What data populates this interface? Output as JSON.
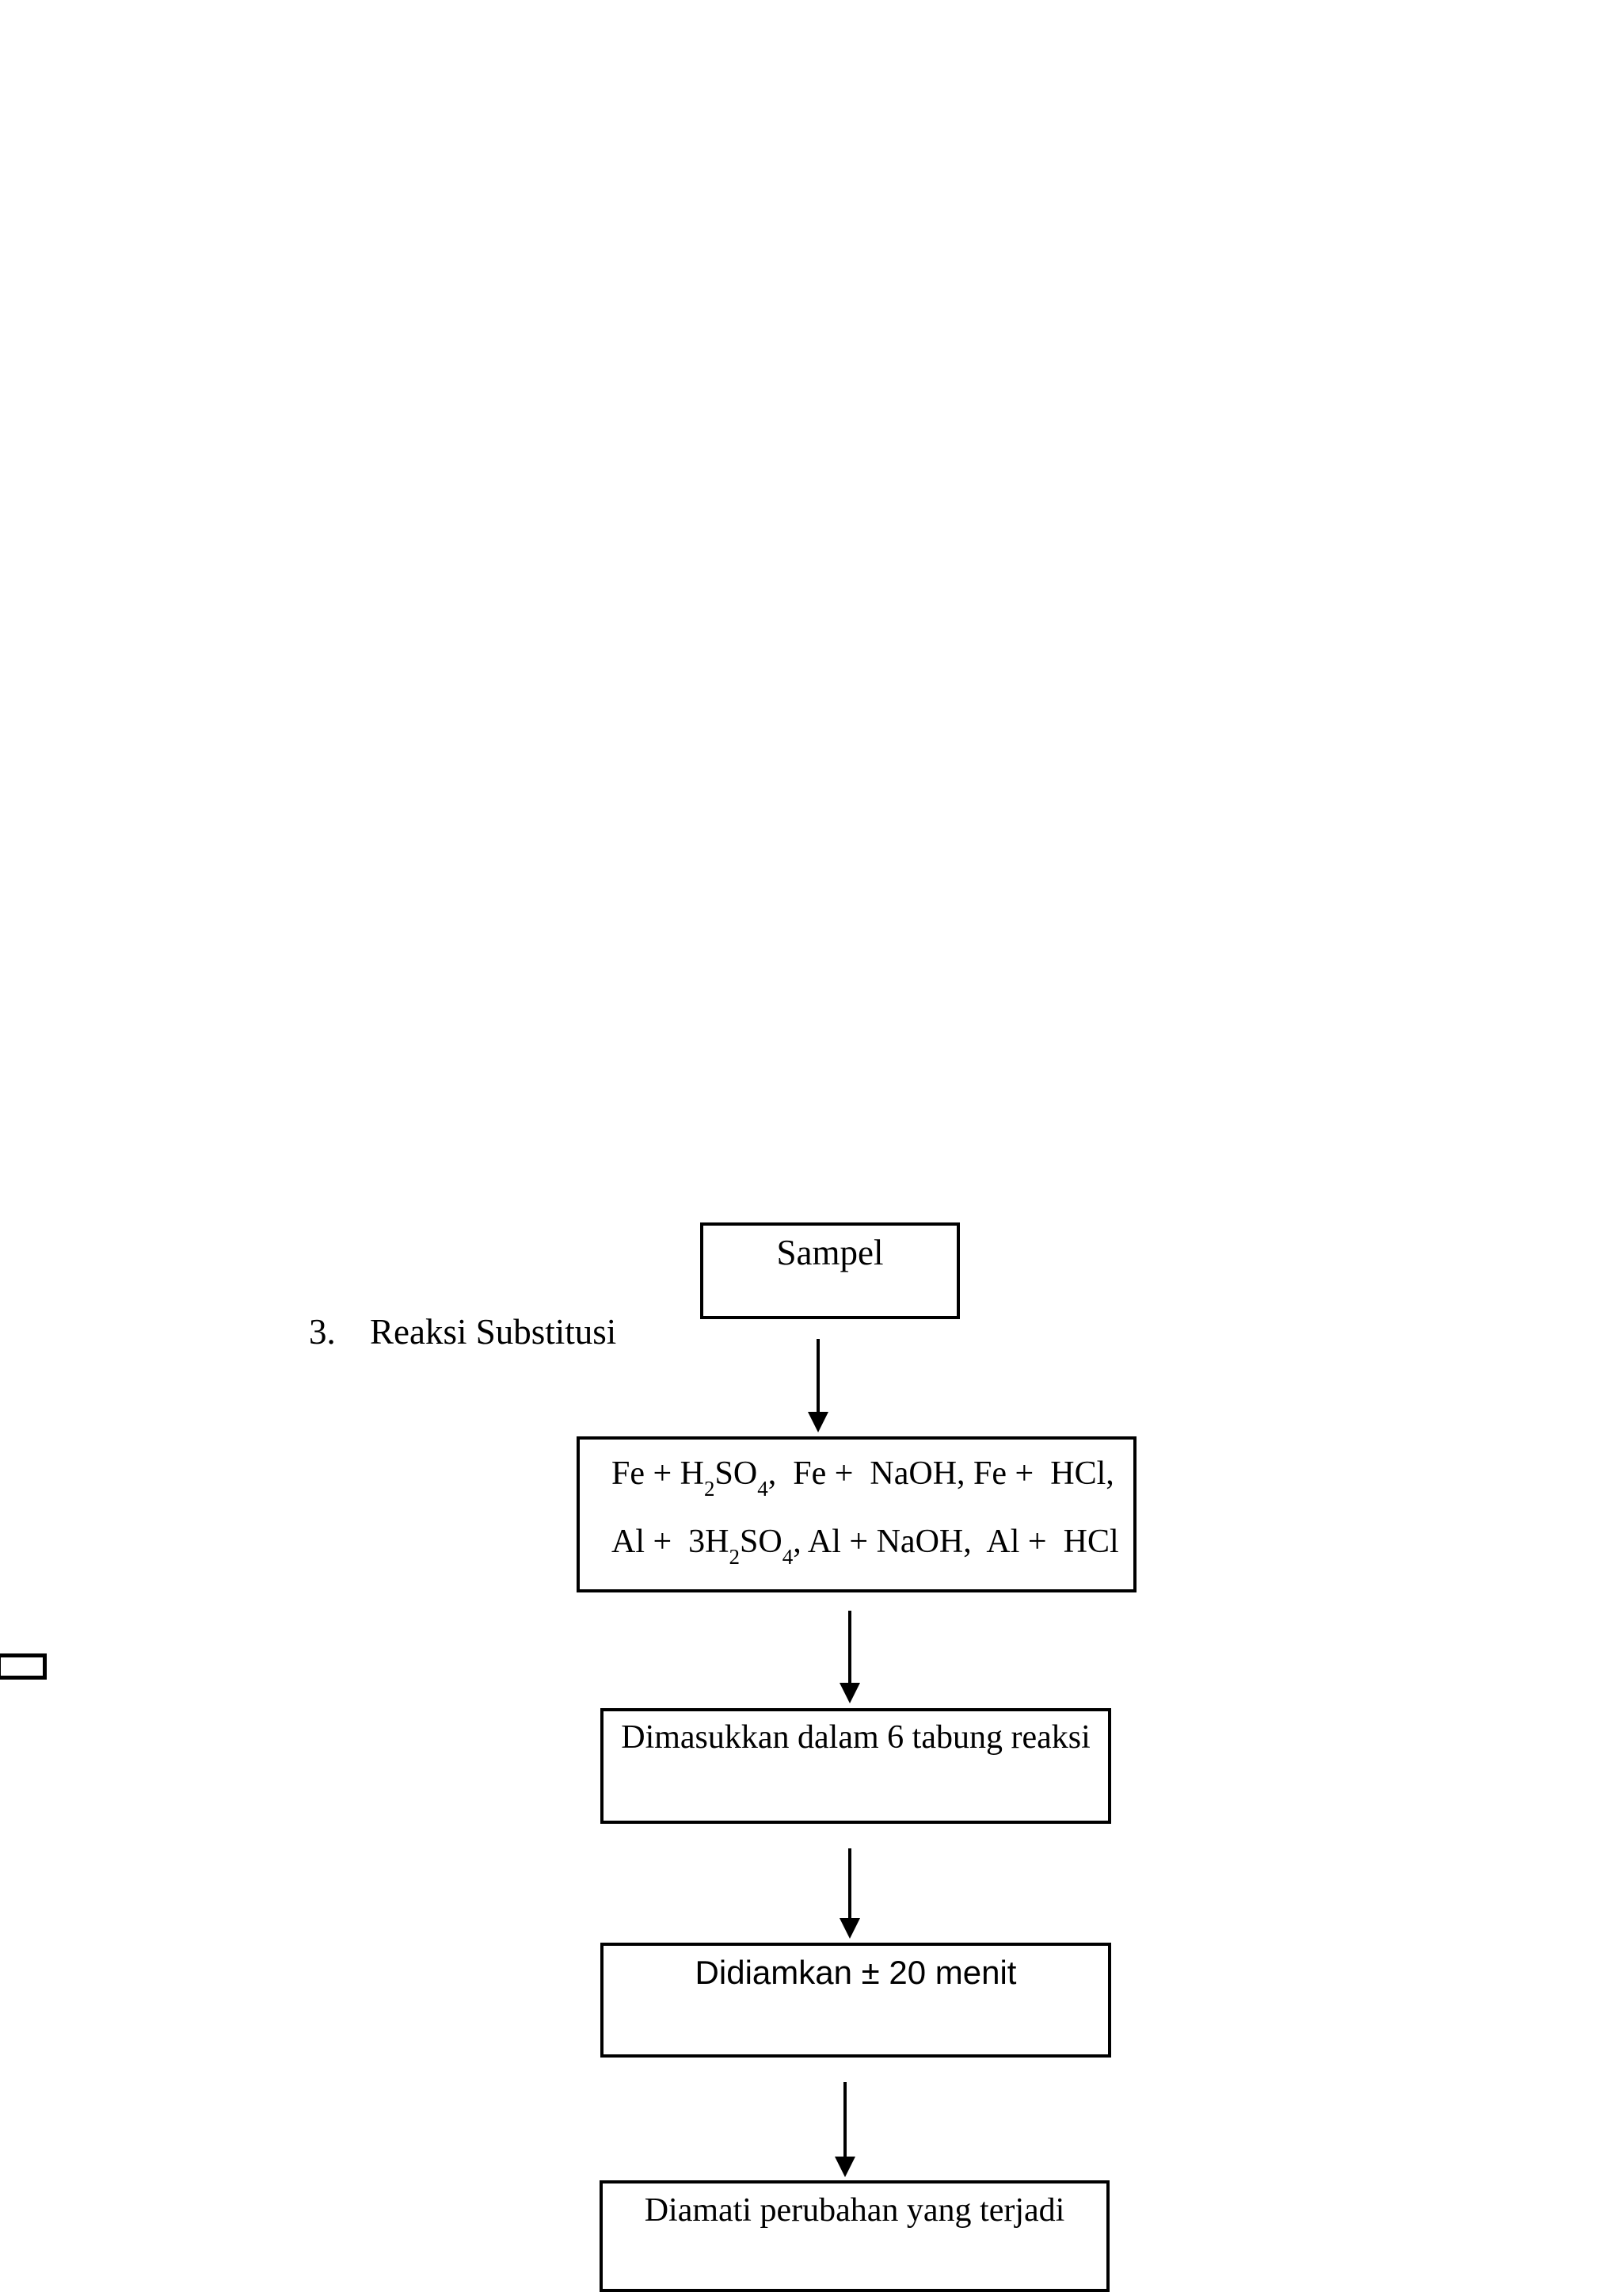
{
  "page": {
    "background": "#ffffff",
    "ink": "#000000"
  },
  "heading": {
    "number": "3.",
    "title": "Reaksi Substitusi"
  },
  "flowchart": {
    "sampel": {
      "label": "Sampel"
    },
    "reagents": {
      "line1": [
        {
          "t": "Fe + H"
        },
        {
          "t": "2",
          "sub": true
        },
        {
          "t": "SO"
        },
        {
          "t": "4",
          "sub": true
        },
        {
          "t": ",  Fe +  NaOH, Fe +  HCl,"
        }
      ],
      "line2": [
        {
          "t": "Al +  3H"
        },
        {
          "t": "2",
          "sub": true
        },
        {
          "t": "SO"
        },
        {
          "t": "4",
          "sub": true
        },
        {
          "t": ", Al + NaOH,  Al +  HCl"
        }
      ]
    },
    "tubes": {
      "label": "Dimasukkan dalam 6 tabung reaksi"
    },
    "rest": {
      "label": "Didiamkan ± 20 menit"
    },
    "observe": {
      "label": "Diamati perubahan yang terjadi"
    },
    "edges": [
      "sampel -> reagents",
      "reagents -> tubes",
      "tubes -> rest",
      "rest -> observe"
    ]
  }
}
